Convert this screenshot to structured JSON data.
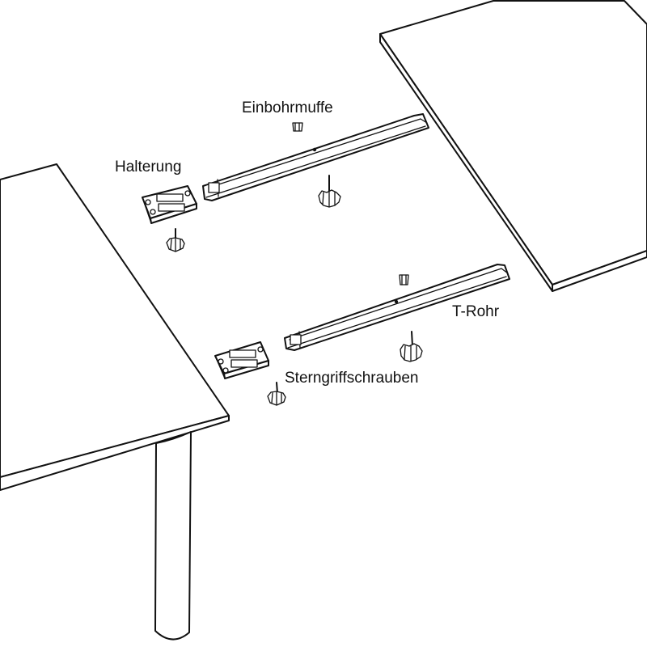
{
  "labels": {
    "einbohrmuffe": "Einbohrmuffe",
    "halterung": "Halterung",
    "t_rohr": "T-Rohr",
    "sterngriffschrauben": "Sterngriffschrauben"
  },
  "colors": {
    "line": "#111111",
    "background": "#ffffff"
  }
}
